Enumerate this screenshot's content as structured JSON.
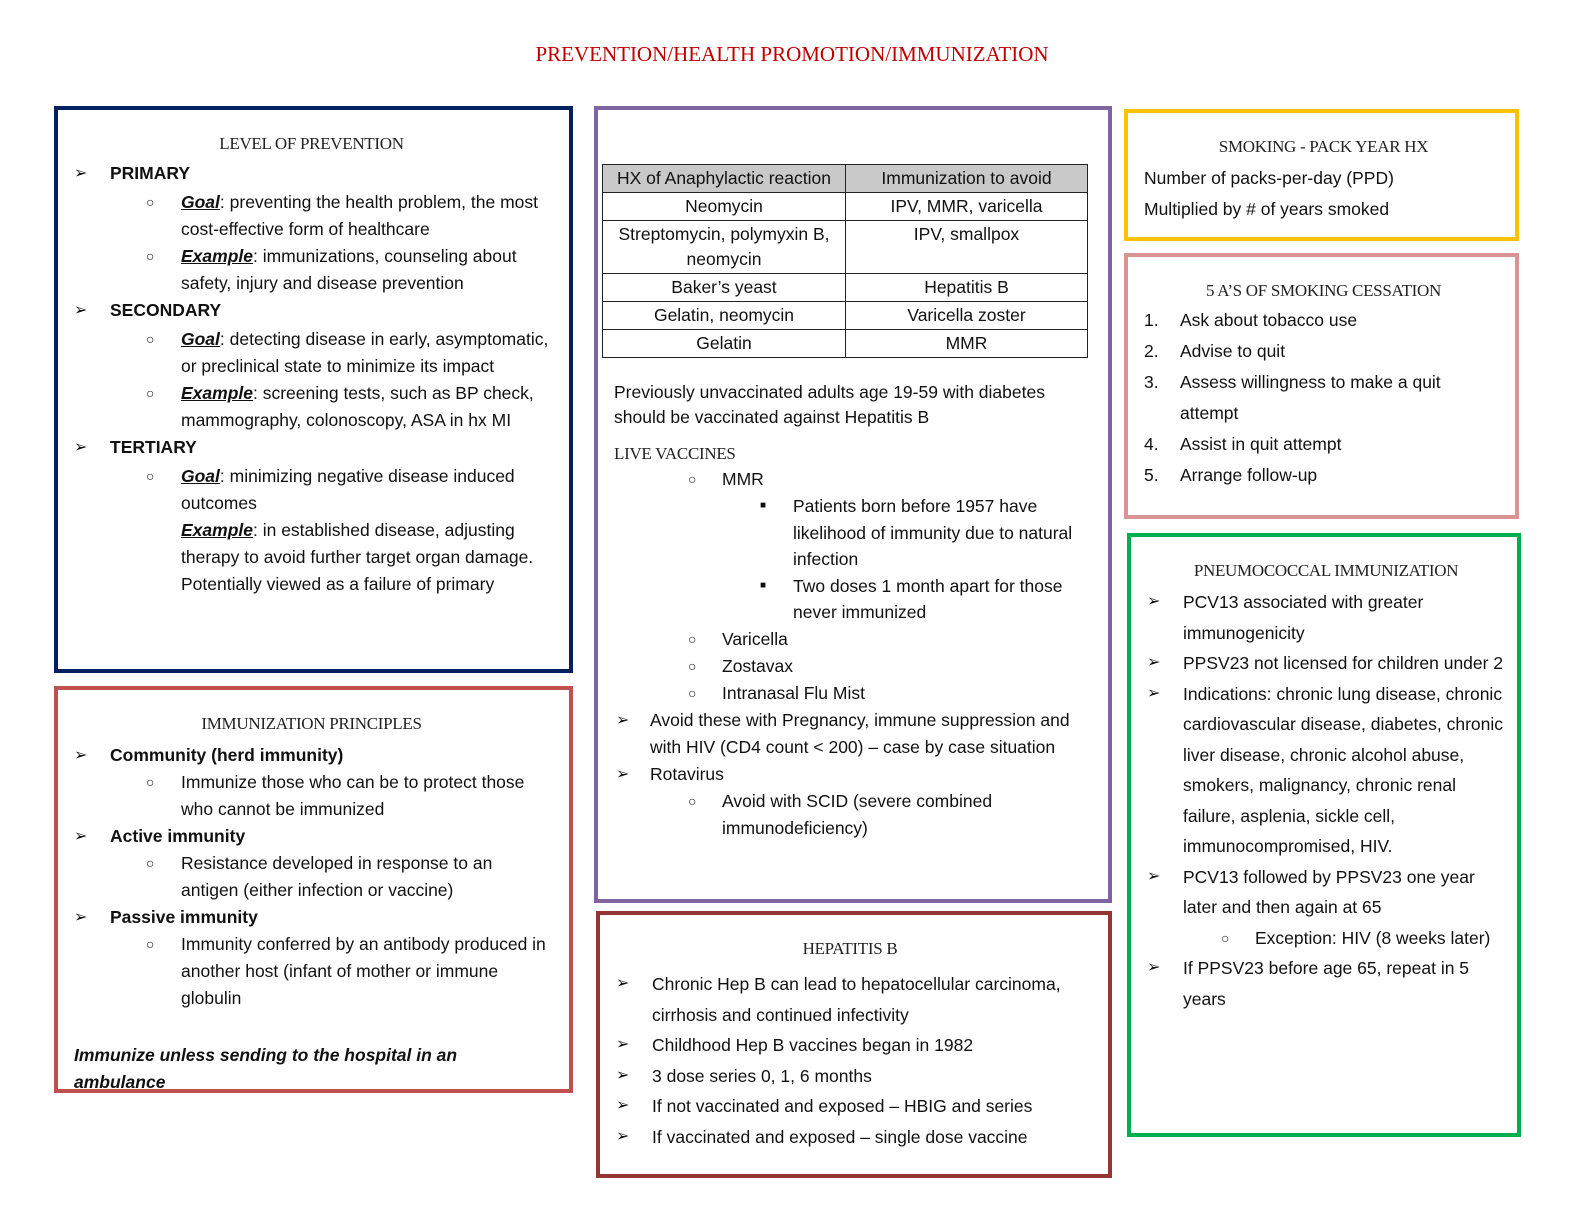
{
  "title": "PREVENTION/HEALTH PROMOTION/IMMUNIZATION",
  "colors": {
    "title": "#c00000",
    "prevention": "#002060",
    "principles": "#c0504d",
    "vaccines": "#8064a2",
    "hepb": "#943634",
    "smoking": "#ffc000",
    "cessation": "#d99594",
    "pneumo": "#00b050"
  },
  "prevention": {
    "heading": "LEVEL OF PREVENTION",
    "primary": {
      "label": "PRIMARY",
      "goal_label": "Goal",
      "goal_text": ": preventing the health problem, the most cost-effective form of healthcare",
      "ex_label": "Example",
      "ex_text": ": immunizations, counseling about safety, injury and disease prevention"
    },
    "secondary": {
      "label": "SECONDARY",
      "goal_label": "Goal",
      "goal_text": ": detecting disease in early, asymptomatic, or preclinical state to minimize its impact",
      "ex_label": "Example",
      "ex_text": ": screening tests, such as BP check, mammography, colonoscopy, ASA in hx MI"
    },
    "tertiary": {
      "label": "TERTIARY",
      "goal_label": "Goal",
      "goal_text": ": minimizing negative disease induced outcomes",
      "ex_label": "Example",
      "ex_text": ": in established disease, adjusting therapy to avoid further target organ damage. Potentially viewed as a failure of primary"
    }
  },
  "principles": {
    "heading": "IMMUNIZATION PRINCIPLES",
    "items": [
      {
        "label": "Community (herd immunity)",
        "sub": "Immunize those who can be to protect those who cannot be immunized"
      },
      {
        "label": "Active immunity",
        "sub": "Resistance developed in response to an antigen (either infection or vaccine)"
      },
      {
        "label": "Passive immunity",
        "sub": "Immunity conferred by an antibody produced in another host (infant of mother or immune globulin"
      }
    ],
    "footer": "Immunize unless sending to the hospital in an ambulance"
  },
  "vaccines": {
    "table": {
      "headers": [
        "HX of Anaphylactic reaction",
        "Immunization to avoid"
      ],
      "rows": [
        [
          "Neomycin",
          "IPV, MMR, varicella"
        ],
        [
          "Streptomycin, polymyxin B, neomycin",
          "IPV, smallpox"
        ],
        [
          "Baker’s yeast",
          "Hepatitis B"
        ],
        [
          "Gelatin, neomycin",
          "Varicella zoster"
        ],
        [
          "Gelatin",
          "MMR"
        ]
      ]
    },
    "note": "Previously unvaccinated adults age 19-59 with diabetes should be vaccinated against Hepatitis B",
    "live_heading": "LIVE VACCINES",
    "mmr": "MMR",
    "mmr_sub": [
      "Patients born before 1957 have likelihood of immunity due to natural infection",
      "Two doses 1 month apart for those never immunized"
    ],
    "others": [
      "Varicella",
      "Zostavax",
      "Intranasal Flu Mist"
    ],
    "avoid": "Avoid these with Pregnancy, immune suppression and with HIV (CD4 count < 200) – case by case situation",
    "rota": "Rotavirus",
    "rota_sub": "Avoid with SCID (severe combined immunodeficiency)"
  },
  "hepb": {
    "heading": "HEPATITIS B",
    "items": [
      "Chronic Hep B can lead to hepatocellular carcinoma, cirrhosis and continued infectivity",
      "Childhood Hep B vaccines began in 1982",
      "3 dose series 0, 1, 6 months",
      "If not vaccinated and exposed – HBIG and series",
      "If vaccinated and exposed – single dose vaccine"
    ]
  },
  "smoking": {
    "heading": "SMOKING - PACK YEAR HX",
    "lines": [
      "Number of packs-per-day (PPD)",
      "Multiplied by # of years smoked"
    ]
  },
  "cessation": {
    "heading": "5 A’S OF SMOKING CESSATION",
    "items": [
      {
        "n": "1.",
        "t": "Ask about tobacco use"
      },
      {
        "n": "2.",
        "t": "Advise to quit"
      },
      {
        "n": "3.",
        "t": "Assess willingness to make a quit attempt"
      },
      {
        "n": "4.",
        "t": "Assist in quit attempt"
      },
      {
        "n": "5.",
        "t": "Arrange follow-up"
      }
    ]
  },
  "pneumo": {
    "heading": "PNEUMOCOCCAL IMMUNIZATION",
    "items": [
      "PCV13 associated with greater immunogenicity",
      "PPSV23 not licensed for children under 2",
      "Indications: chronic lung disease, chronic cardiovascular disease, diabetes, chronic liver disease, chronic alcohol abuse, smokers, malignancy, chronic renal failure, asplenia, sickle cell, immunocompromised, HIV.",
      "PCV13 followed by PPSV23 one year later and then again at 65",
      "If PPSV23 before age 65, repeat in 5 years"
    ],
    "exception": "Exception: HIV (8 weeks later)"
  }
}
